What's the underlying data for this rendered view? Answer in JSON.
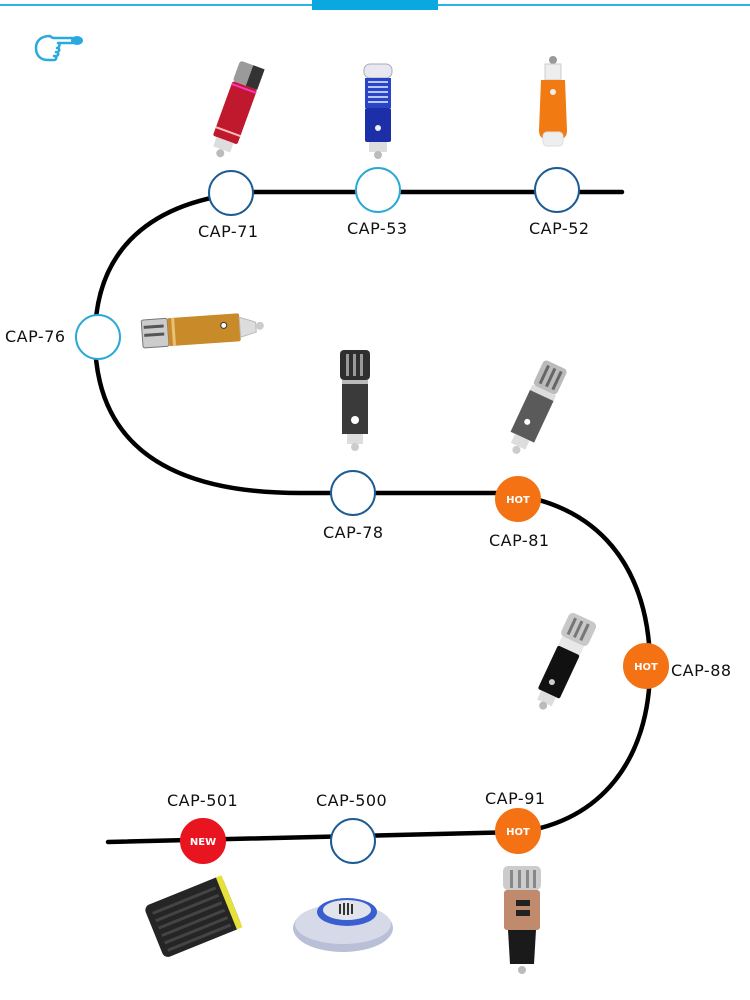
{
  "header": {
    "accent_color": "#0aa8e0",
    "pointer_icon": "pointing-hand-icon"
  },
  "colors": {
    "node_stroke_dark": "#1d5b94",
    "node_stroke_light": "#2aa9d6",
    "hot": "#f47214",
    "new": "#e8141f",
    "path": "#000000"
  },
  "nodes": [
    {
      "id": "CAP-71",
      "label": "CAP-71",
      "badge": "",
      "style": "dark"
    },
    {
      "id": "CAP-53",
      "label": "CAP-53",
      "badge": "",
      "style": "light"
    },
    {
      "id": "CAP-52",
      "label": "CAP-52",
      "badge": "",
      "style": "dark"
    },
    {
      "id": "CAP-76",
      "label": "CAP-76",
      "badge": "",
      "style": "light"
    },
    {
      "id": "CAP-78",
      "label": "CAP-78",
      "badge": "",
      "style": "dark"
    },
    {
      "id": "CAP-81",
      "label": "CAP-81",
      "badge": "HOT",
      "style": "hot"
    },
    {
      "id": "CAP-88",
      "label": "CAP-88",
      "badge": "HOT",
      "style": "hot"
    },
    {
      "id": "CAP-91",
      "label": "CAP-91",
      "badge": "HOT",
      "style": "hot"
    },
    {
      "id": "CAP-500",
      "label": "CAP-500",
      "badge": "",
      "style": "dark"
    },
    {
      "id": "CAP-501",
      "label": "CAP-501",
      "badge": "NEW",
      "style": "new"
    }
  ],
  "products": [
    {
      "model": "CAP-71",
      "description": "red cylindrical car ionizer"
    },
    {
      "model": "CAP-53",
      "description": "blue cylindrical car ionizer"
    },
    {
      "model": "CAP-52",
      "description": "orange car ionizer"
    },
    {
      "model": "CAP-76",
      "description": "gold cylindrical car ionizer"
    },
    {
      "model": "CAP-78",
      "description": "black cylindrical car ionizer"
    },
    {
      "model": "CAP-81",
      "description": "gunmetal cylindrical car ionizer"
    },
    {
      "model": "CAP-88",
      "description": "black cylindrical car ionizer"
    },
    {
      "model": "CAP-91",
      "description": "rose gold ionizer with USB charger"
    },
    {
      "model": "CAP-500",
      "description": "silver-blue disc air purifier"
    },
    {
      "model": "CAP-501",
      "description": "black box air purifier with yellow trim"
    }
  ]
}
